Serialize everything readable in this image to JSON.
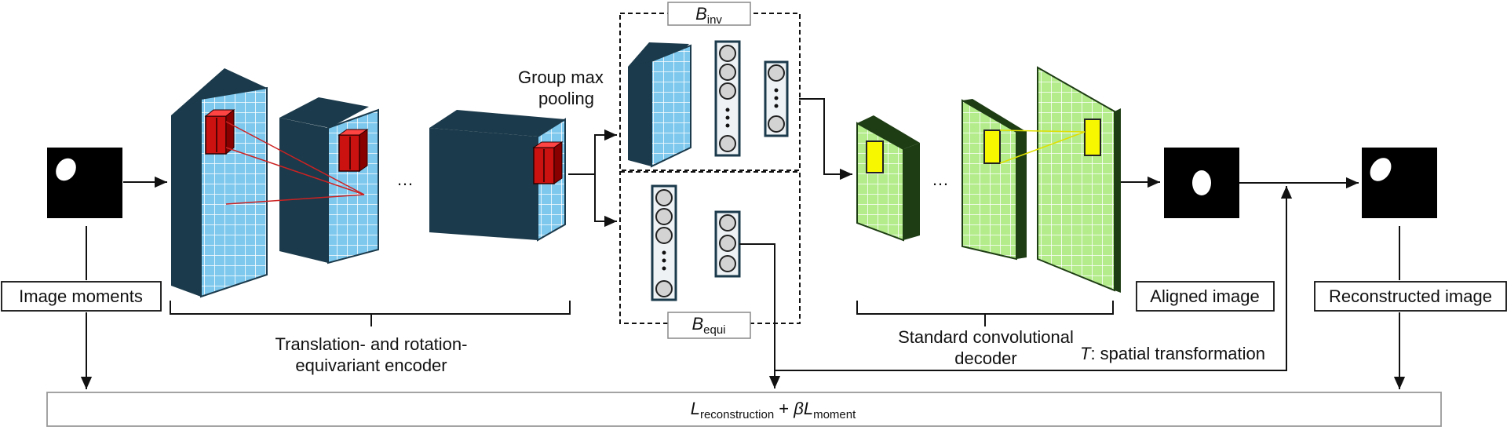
{
  "labels": {
    "image_moments": "Image moments",
    "encoder_line1": "Translation- and rotation-",
    "encoder_line2": "equivariant encoder",
    "group_pool_line1": "Group max",
    "group_pool_line2": "pooling",
    "decoder_line1": "Standard convolutional",
    "decoder_line2": "decoder",
    "aligned_image": "Aligned image",
    "reconstructed_image": "Reconstructed image",
    "spatial_T": "T",
    "spatial_rest": ": spatial transformation",
    "ellipsis": "…"
  },
  "b_inv": {
    "symbol": "B",
    "subscript": "inv"
  },
  "b_equi": {
    "symbol": "B",
    "subscript": "equi"
  },
  "loss": {
    "l1": "L",
    "sub1": "reconstruction",
    "plus": " + ",
    "beta": "β",
    "l2": "L",
    "sub2": "moment"
  },
  "colors": {
    "encoder_dark": "#1b3a4b",
    "encoder_face": "#7ec8ee",
    "kernel_red": "#cc1111",
    "decoder_dark": "#1e3d14",
    "decoder_face": "#b4ec8c",
    "kernel_yellow": "#f7f700",
    "neuron_fill": "#d3d3d3"
  }
}
